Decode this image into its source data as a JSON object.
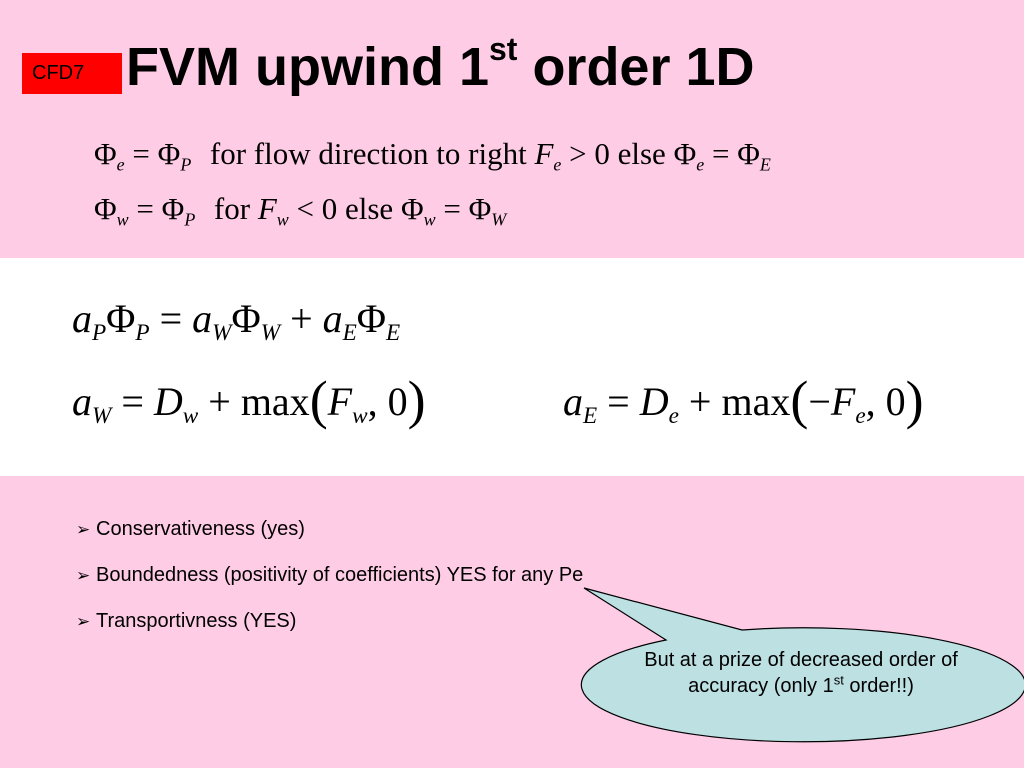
{
  "slide": {
    "badge": "CFD7",
    "title_main": "FVM upwind 1",
    "title_sup": "st",
    "title_rest": " order  1D"
  },
  "equations": {
    "phi": "Φ",
    "eq1_text": "for flow direction to right",
    "eq1_else": "else",
    "eq2_for": "for",
    "eq2_else": "else",
    "max": "max",
    "zero": "0",
    "gt": ">",
    "lt": "<"
  },
  "bullets": [
    "Conservativeness (yes)",
    "Boundedness (positivity of coefficients)  YES for any Pe",
    "Transportivness (YES)"
  ],
  "bullet_arrow": "➢",
  "callout": {
    "line1": "But at a prize of decreased order of accuracy (only 1",
    "sup": "st",
    "line2": " order!!)",
    "fill": "#bde0e3"
  }
}
